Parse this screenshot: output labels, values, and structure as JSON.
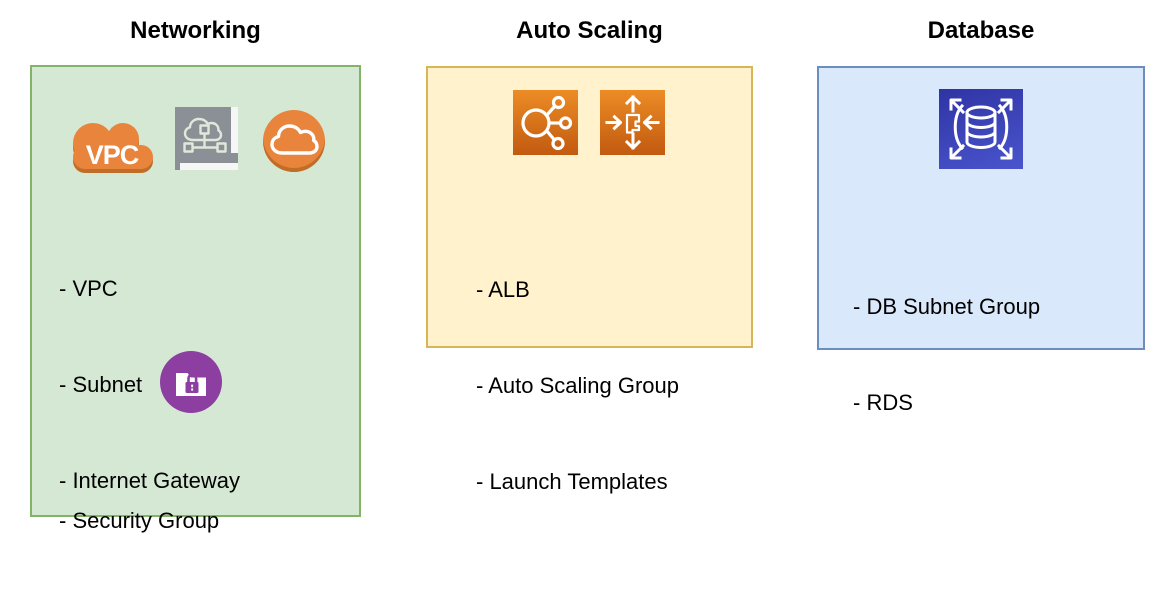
{
  "diagram": {
    "sections": [
      {
        "title": "Networking",
        "icons": [
          "vpc-cloud-icon",
          "subnet-icon",
          "internet-gateway-icon",
          "security-group-icon"
        ],
        "items": [
          "- VPC",
          "- Subnet",
          "- Internet Gateway"
        ],
        "items_secondary": [
          "- Security Group"
        ]
      },
      {
        "title": "Auto Scaling",
        "icons": [
          "load-balancer-icon",
          "auto-scaling-icon"
        ],
        "items": [
          "- ALB",
          "- Auto Scaling Group",
          "- Launch Templates"
        ]
      },
      {
        "title": "Database",
        "icons": [
          "rds-icon"
        ],
        "items": [
          "- DB Subnet Group",
          "- RDS"
        ]
      }
    ],
    "vpc_cloud_label": "VPC"
  },
  "colors": {
    "networking-fill": "#d5e8d4",
    "networking-border": "#82b366",
    "autoscaling-fill": "#fff2cc",
    "autoscaling-border": "#d6b656",
    "database-fill": "#dae8fc",
    "database-border": "#6c8ebf",
    "aws-orange": "#e8843c",
    "aws-orange-shadow": "#c06d27",
    "aws-orange-grad-top": "#ec8c25",
    "aws-orange-grad-bottom": "#c25a10",
    "security-purple-outer": "#a96cb4",
    "security-purple-inner": "#8c3fa0",
    "rds-blue-top": "#2f34a4",
    "rds-blue-bottom": "#4a55cd",
    "subnet-gray": "#8a9096",
    "subnet-glyph": "#dfe9db",
    "text": "#000000"
  }
}
